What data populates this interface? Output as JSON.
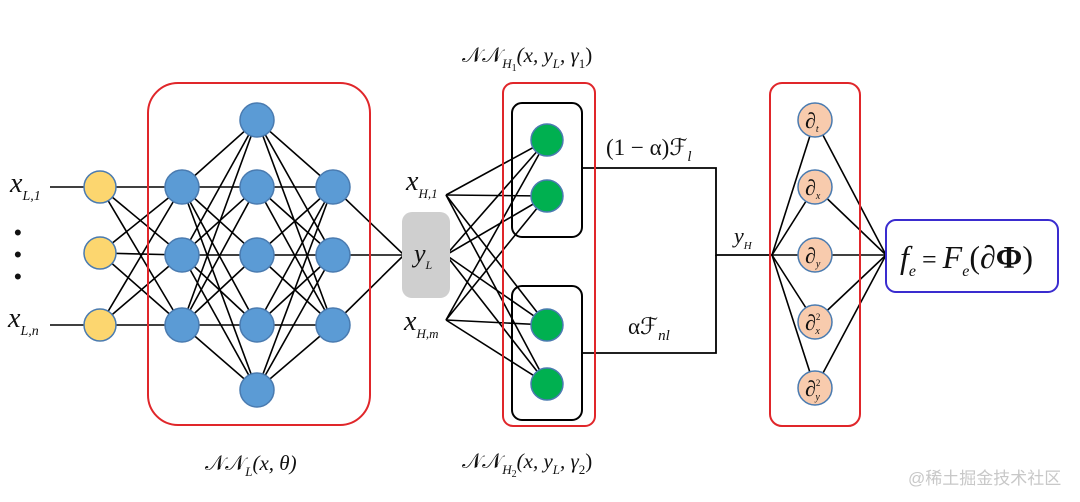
{
  "colors": {
    "input_node": "#fcd66f",
    "hidden_node": "#5b9bd5",
    "node_stroke": "#4a7bb0",
    "green_node": "#00b050",
    "partial_node": "#f8cbad",
    "red_box": "#e0262a",
    "blue_box": "#3a2ccf",
    "gray_box": "#cfcfcf",
    "line": "#000000"
  },
  "inputs": {
    "first": {
      "base": "x",
      "sub": "L,1"
    },
    "dots": "•",
    "last": {
      "base": "x",
      "sub": "L,n"
    }
  },
  "low_net": {
    "label": "𝒩𝒩",
    "sub": "L",
    "args": "(x, θ)"
  },
  "bridge_inputs": {
    "first": {
      "base": "x",
      "sub": "H,1"
    },
    "last": {
      "base": "x",
      "sub": "H,m"
    }
  },
  "yL": {
    "base": "y",
    "sub": "L"
  },
  "high_net_1": {
    "label": "𝒩𝒩",
    "sub": "H",
    "subsub": "1",
    "args": "(x, y",
    "args_sub": "L",
    "args_end": ", γ",
    "args_end_sub": "1",
    "close": ")"
  },
  "high_net_2": {
    "label": "𝒩𝒩",
    "sub": "H",
    "subsub": "2",
    "args": "(x, y",
    "args_sub": "L",
    "args_end": ", γ",
    "args_end_sub": "2",
    "close": ")"
  },
  "linear_label": {
    "pre": "(1 − α)ℱ",
    "sub": "l"
  },
  "nonlinear_label": {
    "pre": "αℱ",
    "sub": "nl"
  },
  "yH": {
    "base": "y",
    "sub": "H"
  },
  "partials": [
    {
      "symbol": "∂",
      "sub": "t",
      "sup": ""
    },
    {
      "symbol": "∂",
      "sub": "x",
      "sup": ""
    },
    {
      "symbol": "∂",
      "sub": "y",
      "sup": ""
    },
    {
      "symbol": "∂",
      "sub": "x",
      "sup": "2"
    },
    {
      "symbol": "∂",
      "sub": "y",
      "sup": "2"
    }
  ],
  "feature": {
    "lhs": "f",
    "lhs_sub": "e",
    "eq": "=",
    "F": "F",
    "F_sub": "e",
    "arg": "∂Φ"
  },
  "watermark": "@稀土掘金技术社区"
}
